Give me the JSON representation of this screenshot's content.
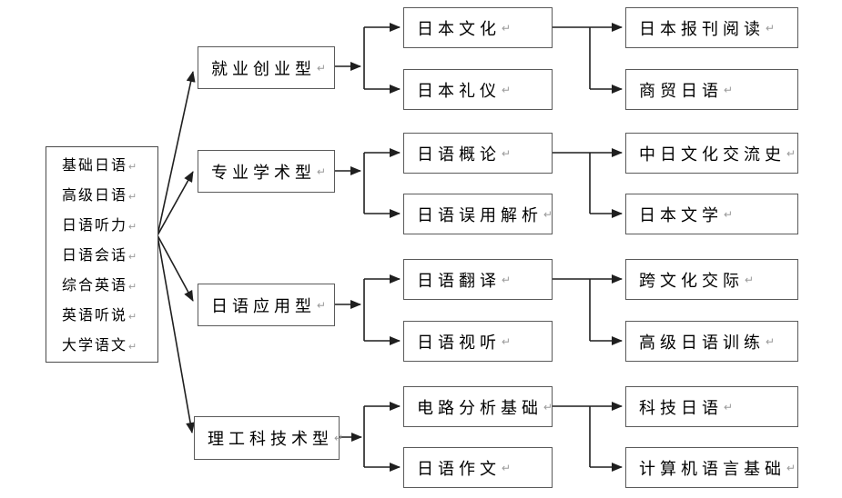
{
  "diagram": {
    "source": {
      "lines": [
        "基础日语",
        "高级日语",
        "日语听力",
        "日语会话",
        "综合英语",
        "英语听说",
        "大学语文"
      ]
    },
    "groups": [
      {
        "category": "就业创业型",
        "courses": [
          "日本文化",
          "日本礼仪"
        ],
        "outcomes": [
          "日本报刊阅读",
          "商贸日语"
        ]
      },
      {
        "category": "专业学术型",
        "courses": [
          "日语概论",
          "日语误用解析"
        ],
        "outcomes": [
          "中日文化交流史",
          "日本文学"
        ]
      },
      {
        "category": "日语应用型",
        "courses": [
          "日语翻译",
          "日语视听"
        ],
        "outcomes": [
          "跨文化交际",
          "高级日语训练"
        ]
      },
      {
        "category": "理工科技术型",
        "courses": [
          "电路分析基础",
          "日语作文"
        ],
        "outcomes": [
          "科技日语",
          "计算机语言基础"
        ]
      }
    ],
    "marks": {
      "return_mark": "↵"
    },
    "colors": {
      "line": "#1f1f1f",
      "box_border": "#5a5a5a",
      "text": "#000000",
      "background": "#ffffff",
      "return_mark": "#9a9a9a"
    }
  }
}
